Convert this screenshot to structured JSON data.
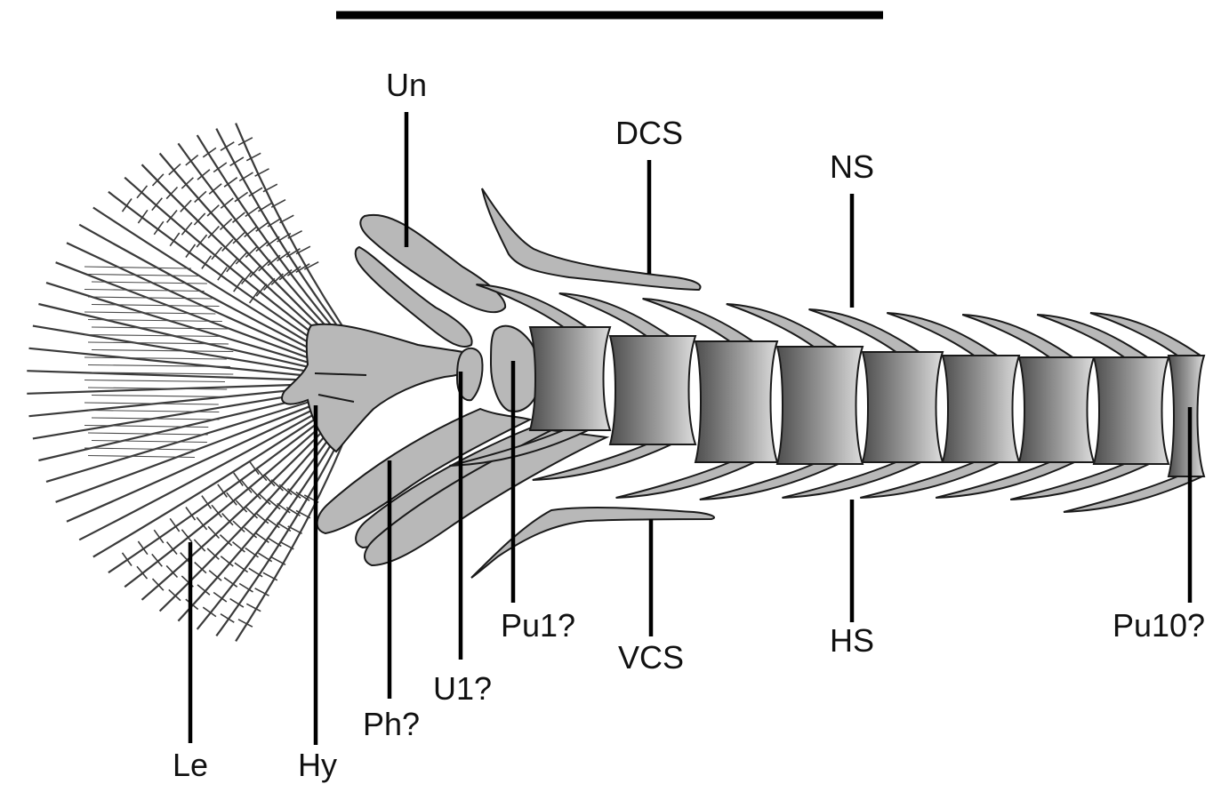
{
  "figure": {
    "colors": {
      "bone_fill": "#b8b8b8",
      "bone_stroke": "#1a1a1a",
      "centrum_dark": "#5a5a5a",
      "centrum_light": "#d6d6d6",
      "ray_stroke": "#3a3a3a",
      "leader": "#000000"
    },
    "scale_bar": {
      "label": ""
    },
    "labels": {
      "un": "Un",
      "dcs": "DCS",
      "ns": "NS",
      "hs": "HS",
      "vcs": "VCS",
      "pu1": "Pu1?",
      "pu10": "Pu10?",
      "u1": "U1?",
      "ph": "Ph?",
      "hy": "Hy",
      "le": "Le"
    }
  }
}
